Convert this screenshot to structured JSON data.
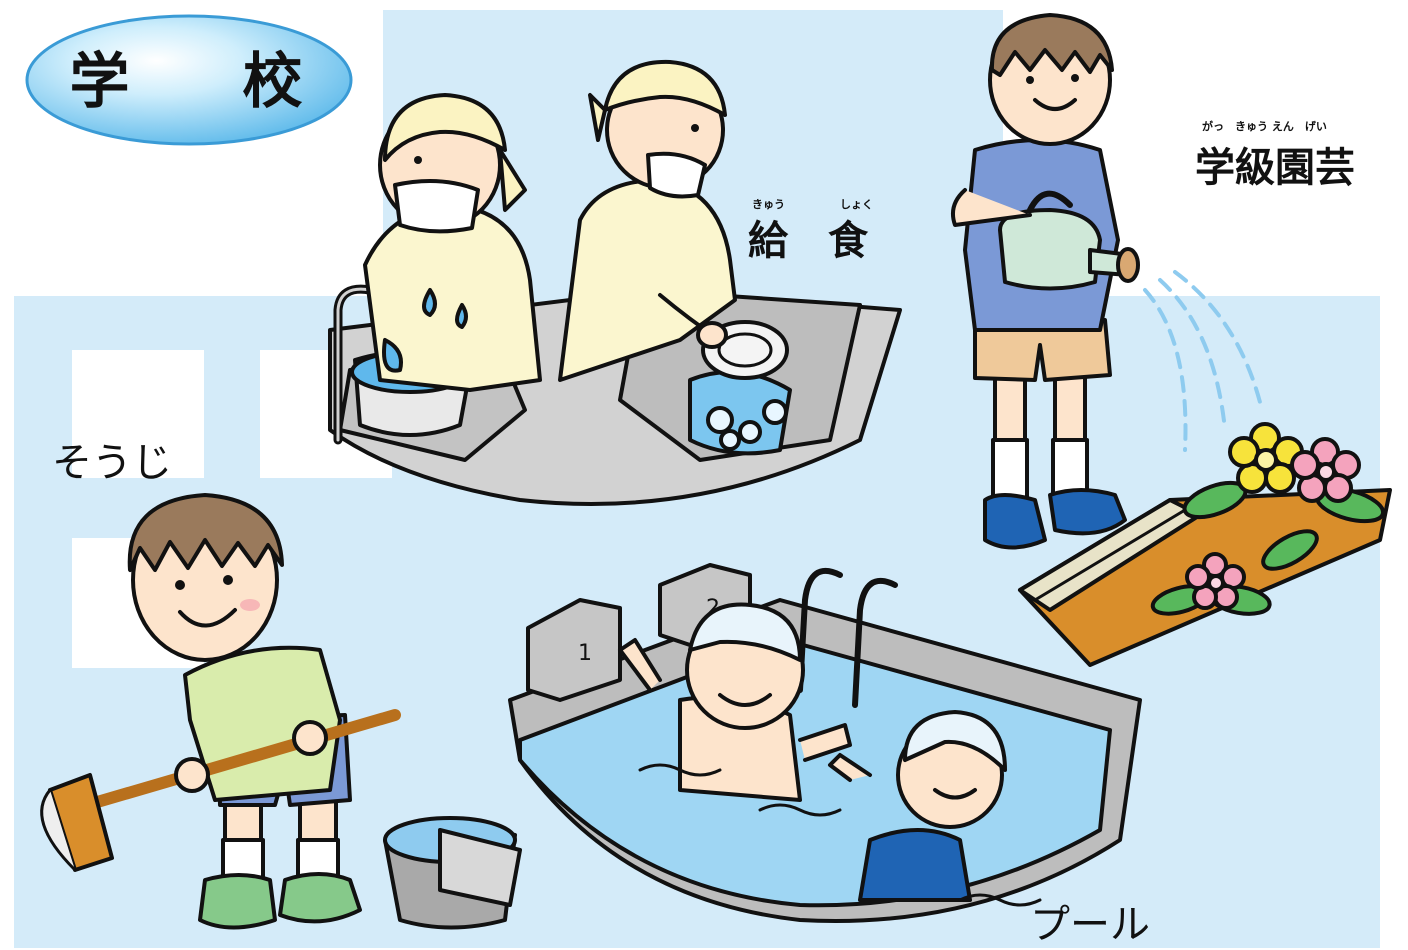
{
  "title": "学 校",
  "sections": {
    "lunch": {
      "label": "給　食",
      "ruby_1": "きゅう",
      "ruby_2": "しょく"
    },
    "gardening": {
      "label": "学級園芸",
      "ruby": "がっ　きゅう えん　げい"
    },
    "cleaning": {
      "label": "そうじ"
    },
    "pool": {
      "label": "プール",
      "lane_numbers": [
        "1",
        "2"
      ]
    }
  },
  "colors": {
    "background_panel": "#d4ebf9",
    "title_oval": "#6ec4ef",
    "pool_water": "#9fd6f3",
    "skin": "#fde4cc",
    "hair": "#9a7a5c",
    "watering_can": "#cfe8d8",
    "flower_box": "#d98e2b",
    "shoes_blue": "#1f64b4",
    "shoes_green": "#86c98a"
  }
}
